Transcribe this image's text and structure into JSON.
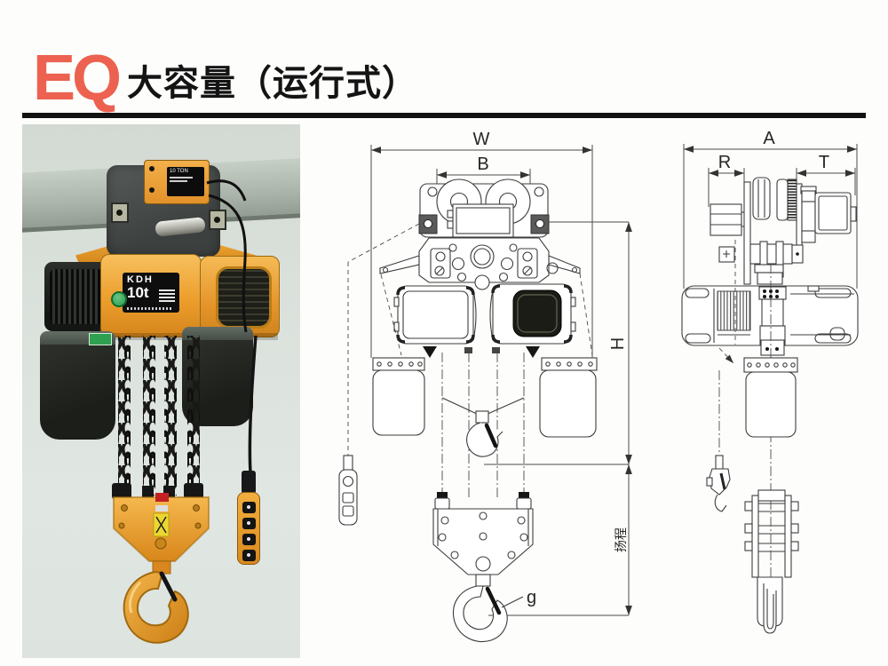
{
  "header": {
    "logo": "EQ",
    "title": "大容量（运行式）"
  },
  "photo": {
    "brand": "KDH",
    "capacity": "10t",
    "control_box_text": "10 TON"
  },
  "front_view": {
    "dim_width": "W",
    "dim_wheel_base": "B",
    "dim_height": "H",
    "dim_lift": "扬程",
    "dim_hook": "g"
  },
  "side_view": {
    "dim_overall": "A",
    "dim_r": "R",
    "dim_t": "T"
  },
  "colors": {
    "accent": "#ec6150",
    "hoist_orange": "#eda032",
    "line": "#3d3d3d"
  }
}
